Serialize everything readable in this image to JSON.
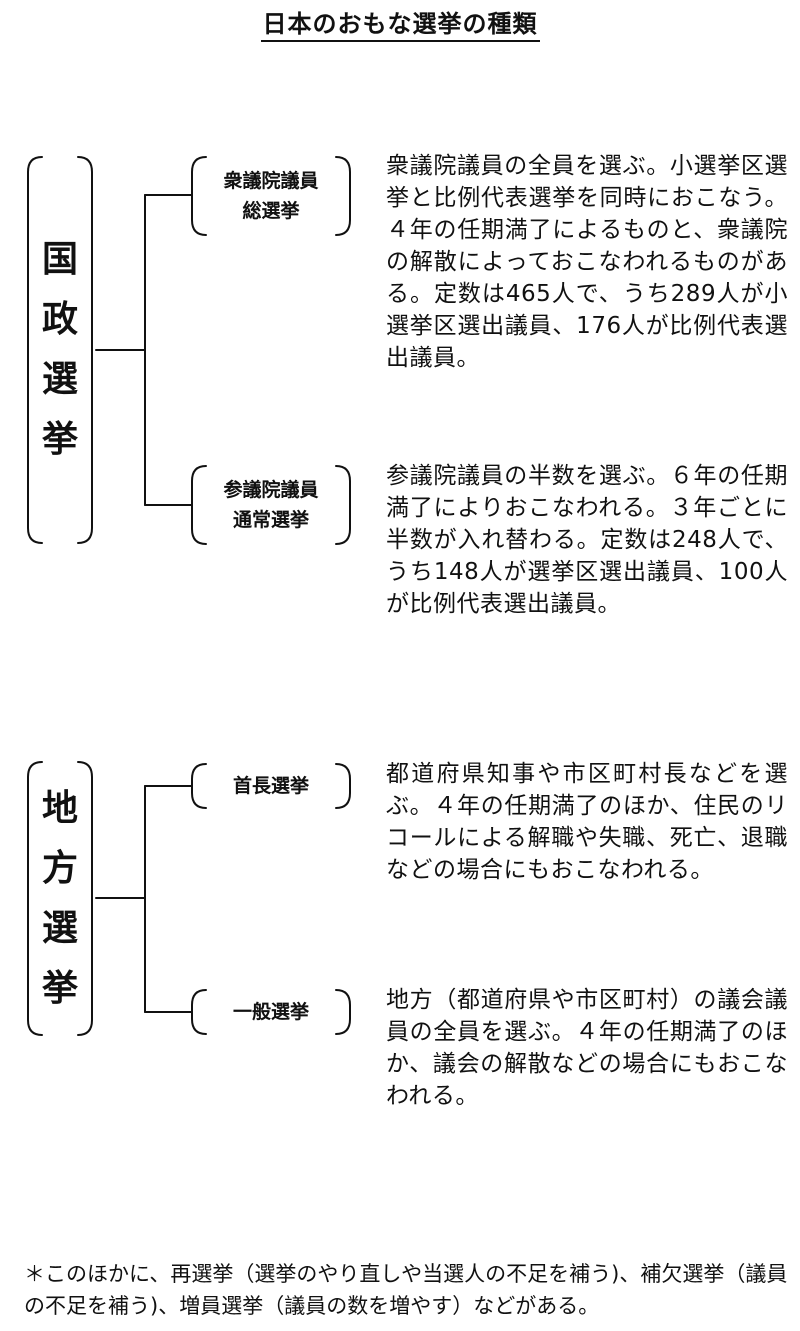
{
  "title": "日本のおもな選挙の種類",
  "national": {
    "label_chars": [
      "国",
      "政",
      "選",
      "挙"
    ],
    "items": [
      {
        "box_lines": [
          "衆議院議員",
          "総選挙"
        ],
        "description": "衆議院議員の全員を選ぶ。小選挙区選挙と比例代表選挙を同時におこなう。４年の任期満了によるものと、衆議院の解散によっておこなわれるものがある。定数は465人で、うち289人が小選挙区選出議員、176人が比例代表選出議員。"
      },
      {
        "box_lines": [
          "参議院議員",
          "通常選挙"
        ],
        "description": "参議院議員の半数を選ぶ。６年の任期満了によりおこなわれる。３年ごとに半数が入れ替わる。定数は248人で、うち148人が選挙区選出議員、100人が比例代表選出議員。"
      }
    ]
  },
  "local": {
    "label_chars": [
      "地",
      "方",
      "選",
      "挙"
    ],
    "items": [
      {
        "box_lines": [
          "首長選挙"
        ],
        "description": "都道府県知事や市区町村長などを選ぶ。４年の任期満了のほか、住民のリコールによる解職や失職、死亡、退職などの場合にもおこなわれる。"
      },
      {
        "box_lines": [
          "一般選挙"
        ],
        "description": "地方（都道府県や市区町村）の議会議員の全員を選ぶ。４年の任期満了のほか、議会の解散などの場合にもおこなわれる。"
      }
    ]
  },
  "footnote": "＊このほかに、再選挙（選挙のやり直しや当選人の不足を補う)、補欠選挙（議員の不足を補う)、増員選挙（議員の数を増やす）などがある。"
}
